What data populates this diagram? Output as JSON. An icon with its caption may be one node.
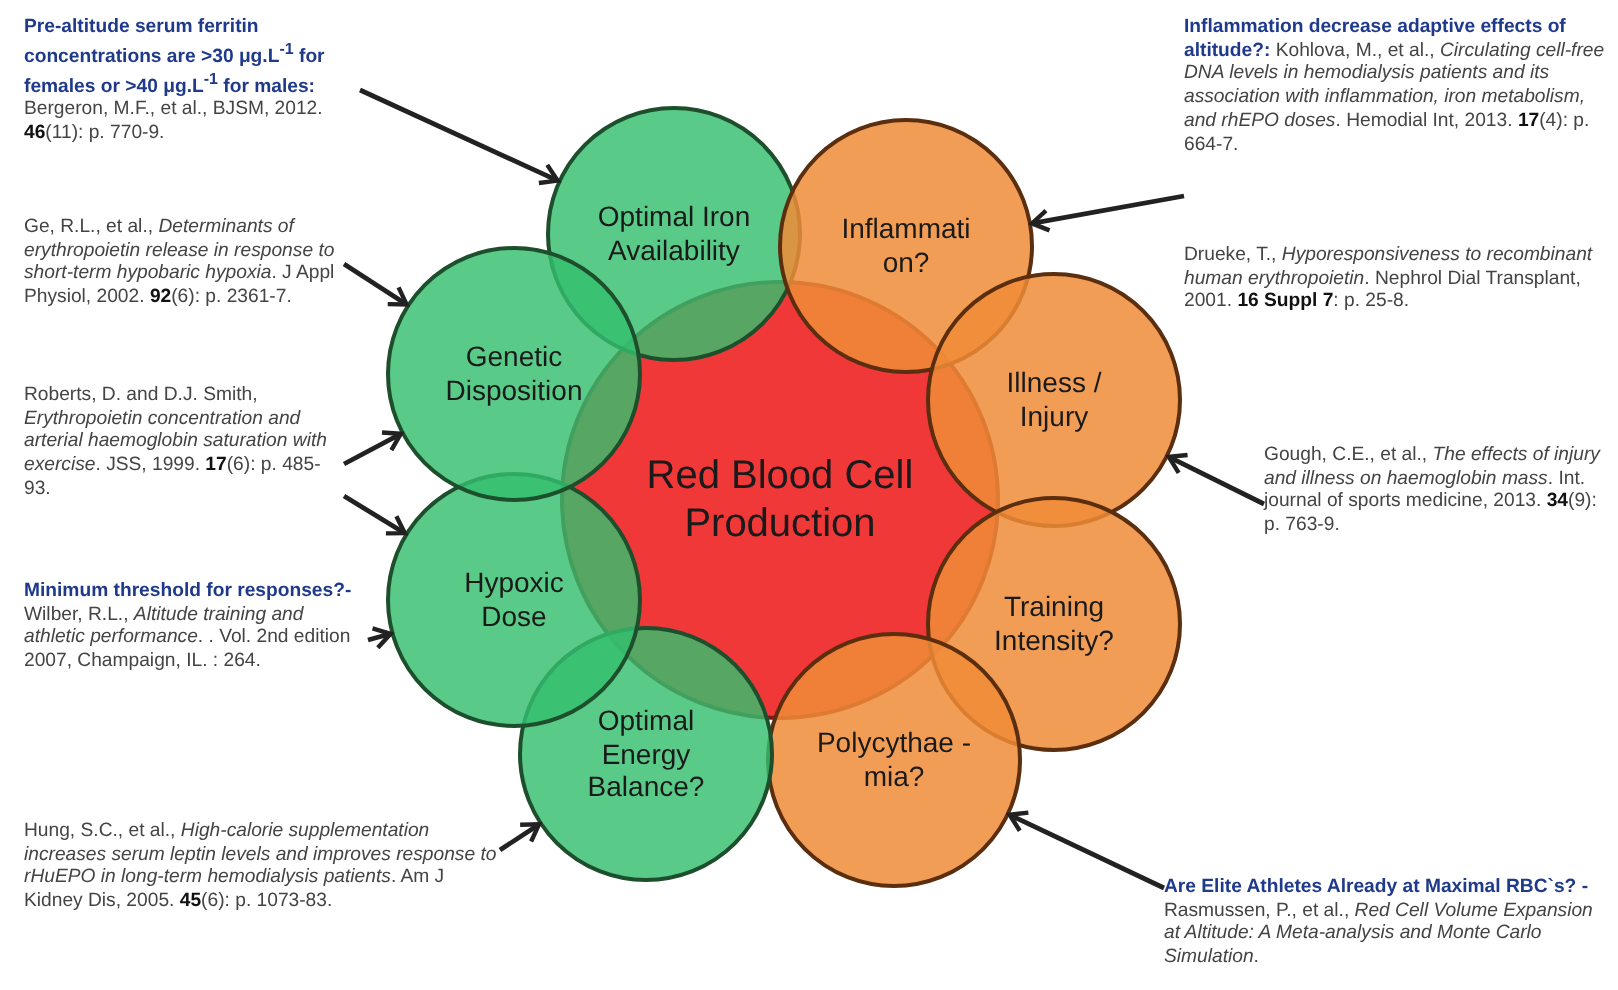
{
  "diagram": {
    "nodes": [
      {
        "text": [
          "Red Blood Cell Production"
        ]
      },
      {
        "text": [
          "Optimal Iron Availability"
        ]
      },
      {
        "text": [
          "Inflammati on?"
        ]
      },
      {
        "text": [
          "Illness / Injury"
        ]
      },
      {
        "text": [
          "Training Intensity?"
        ]
      },
      {
        "text": [
          "Polycythae -mia?"
        ]
      },
      {
        "text": [
          "Optimal Energy Balance?"
        ]
      },
      {
        "text": [
          "Hypoxic Dose"
        ]
      },
      {
        "text": [
          "Genetic Disposition"
        ]
      },
      {
        "text": [
          "Pre-altitude serum ferritin concentrations are >30 μg.L$^{-1}$ for females or >40 μg.L$^{-1}$ for males:",
          "Bergeron, M.F., et al., BJSM, 2012. **46**(11): p. 770-9."
        ]
      },
      {
        "text": [
          "Ge, R.L., et al., *Determinants of erythropoietin release in response to short-term hypobaric hypoxia*. J Appl Physiol, 2002. **92**(6): p. 2361-7."
        ]
      },
      {
        "text": [
          "Roberts, D. and D.J. Smith, *Erythropoietin concentration and arterial haemoglobin saturation with exercise*. JSS, 1999. **17**(6): p. 485-93."
        ]
      },
      {
        "text": [
          "Minimum threshold for responses?-",
          "Wilber, R.L., *Altitude training and athletic performance*. . Vol. 2nd edition 2007, Champaign, IL. : 264."
        ]
      },
      {
        "text": [
          "Hung, S.C., et al., *High-calorie supplementation increases serum leptin levels and improves response to rHuEPO in long-term hemodialysis patients*. Am J Kidney Dis, 2005. **45**(6): p. 1073-83."
        ]
      },
      {
        "text": [
          "Inflammation decrease adaptive effects of altitude?:",
          "Kohlova, M., et al., *Circulating cell-free DNA levels in hemodialysis patients and its association with inflammation, iron metabolism, and rhEPO doses*. Hemodial Int, 2013. **17**(4): p. 664-7."
        ]
      },
      {
        "text": [
          "Gough, C.E., et al., *The effects of injury and illness on haemoglobin mass*. Int. journal of sports medicine, 2013. **34**(9): p. 763-9."
        ]
      },
      {
        "text": [
          "Are Elite Athletes Already at Maximal RBC`s? -",
          "Rasmussen, P., et al., *Red Cell Volume Expansion at Altitude: A Meta-analysis and Monte Carlo Simulation*."
        ]
      }
    ],
    "edges": [
      {
        "from": 9,
        "to": 1,
        "arrow": "to"
      },
      {
        "from": 10,
        "to": 8,
        "arrow": "to"
      },
      {
        "from": 11,
        "to": 8,
        "arrow": "to"
      },
      {
        "from": 11,
        "to": 7,
        "arrow": "to"
      },
      {
        "from": 12,
        "to": 7,
        "arrow": "to"
      },
      {
        "from": 13,
        "to": 6,
        "arrow": "to"
      },
      {
        "from": 14,
        "to": 2,
        "arrow": "to"
      },
      {
        "from": 15,
        "to": 3,
        "arrow": "to"
      },
      {
        "from": 16,
        "to": 5,
        "arrow": "to"
      }
    ],
    "labels": [
      "Drueke, T., *Hyporesponsiveness to recombinant human erythropoietin*. Nephrol Dial Transplant, 2001. **16 Suppl 7**: p. 25-8."
    ]
  }
}
